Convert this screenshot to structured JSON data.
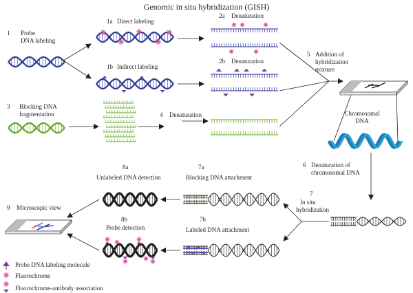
{
  "title": "Genomic in situ hybridization (GISH)",
  "steps": {
    "s1_num": "1",
    "s1_line1": "Probe",
    "s1_line2": "DNA labeling",
    "s1a": "1a",
    "s1a_label": "Direct labeling",
    "s1b": "1b",
    "s1b_label": "Indirect labeling",
    "s2a": "2a",
    "s2a_label": "Denaturation",
    "s2b": "2b",
    "s2b_label": "Denaturation",
    "s3_num": "3",
    "s3_line1": "Blocking DNA",
    "s3_line2": "fragmentation",
    "s4_num": "4",
    "s4_label": "Denaturation",
    "s5_num": "5",
    "s5_line1": "Addition of",
    "s5_line2": "hybridization",
    "s5_line3": "mixture",
    "chromosomal_line1": "Chromosomal",
    "chromosomal_line2": "DNA",
    "s6_num": "6",
    "s6_line1": "Denaturation of",
    "s6_line2": "chromosomal DNA",
    "s7_num": "7",
    "s7_line1": "In situ",
    "s7_line2": "hybridization",
    "s7a": "7a",
    "s7a_label": "Blocking DNA attachment",
    "s7b": "7b",
    "s7b_label": "Labeled DNA attachment",
    "s8a": "8a",
    "s8a_label": "Unlabeled DNA detection",
    "s8b": "8b",
    "s8b_label": "Probe detection",
    "s9_num": "9",
    "s9_label": "Microscopic view"
  },
  "legend": [
    {
      "label": "Probe DNA labeling molecule",
      "icon": "purple-triangle-icon"
    },
    {
      "label": "Fluorochrome",
      "icon": "pink-star-icon"
    },
    {
      "label": "Fluorochrome-antibody association",
      "icon": "star-triangle-icon"
    }
  ],
  "colors": {
    "probe_dna": "#2e3a97",
    "blocking_dna": "#6bab2e",
    "chromosomal_dna": "#2aa3d8",
    "label_molecule": "#7b3f98",
    "fluorochrome": "#e04c9a",
    "dark_dna": "#231f20"
  }
}
